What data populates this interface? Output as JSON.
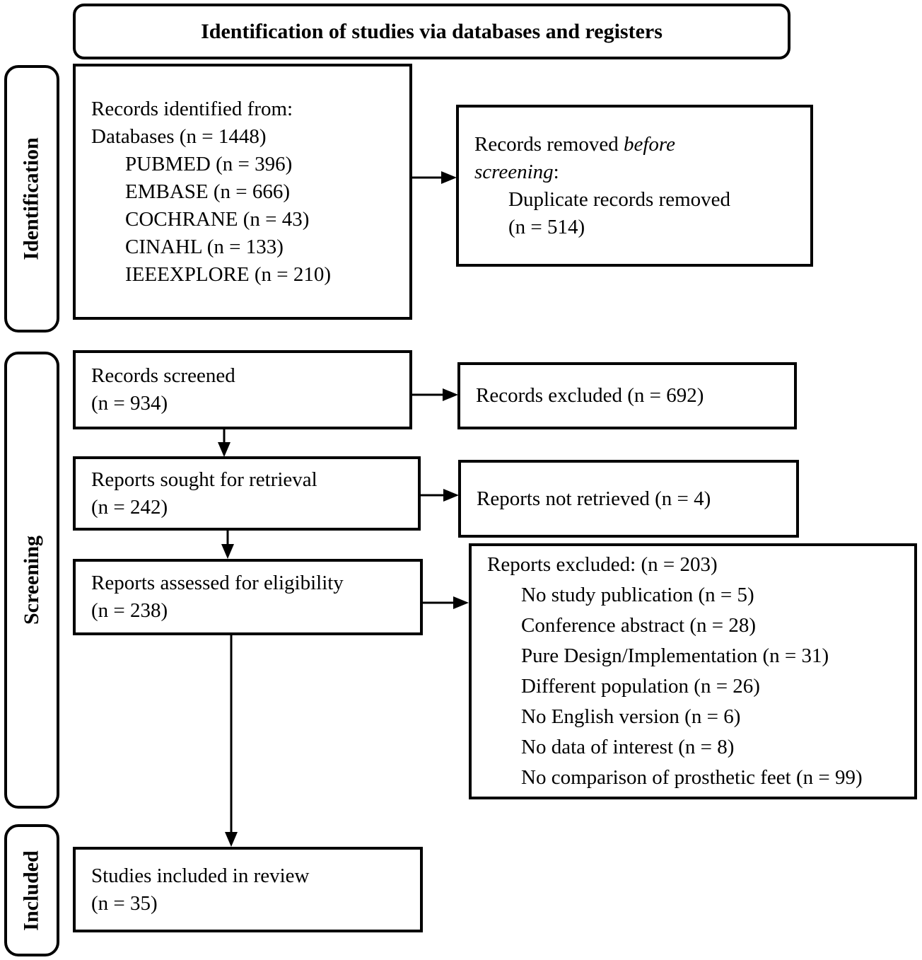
{
  "header": {
    "title": "Identification of studies via databases and registers"
  },
  "stages": {
    "identification": "Identification",
    "screening": "Screening",
    "included": "Included"
  },
  "flow": {
    "records_identified": {
      "intro": "Records identified from:",
      "subtitle": "Databases (n = 1448)",
      "sources": [
        "PUBMED (n = 396)",
        "EMBASE (n = 666)",
        "COCHRANE (n = 43)",
        "CINAHL (n = 133)",
        "IEEEXPLORE (n = 210)"
      ]
    },
    "records_removed": {
      "lead": "Records removed ",
      "emphasis": "before screening",
      "colon": ":",
      "reason": "Duplicate records removed",
      "count": "(n = 514)"
    },
    "records_screened": {
      "line1": "Records screened",
      "line2": "(n = 934)"
    },
    "records_excluded": {
      "text": "Records excluded (n = 692)"
    },
    "reports_sought": {
      "line1": "Reports sought for retrieval",
      "line2": "(n = 242)"
    },
    "reports_not_retrieved": {
      "text": "Reports not retrieved (n = 4)"
    },
    "reports_assessed": {
      "line1": "Reports assessed for eligibility",
      "line2": "(n = 238)"
    },
    "reports_excluded": {
      "title": "Reports excluded: (n = 203)",
      "reasons": [
        "No study publication (n = 5)",
        "Conference abstract (n = 28)",
        "Pure Design/Implementation (n = 31)",
        "Different population (n = 26)",
        "No English version (n = 6)",
        "No data of interest (n = 8)",
        "No comparison of prosthetic feet (n = 99)"
      ]
    },
    "studies_included": {
      "line1": "Studies included in review",
      "line2": "(n = 35)"
    }
  },
  "colors": {
    "line": "#000000",
    "background": "#ffffff"
  }
}
